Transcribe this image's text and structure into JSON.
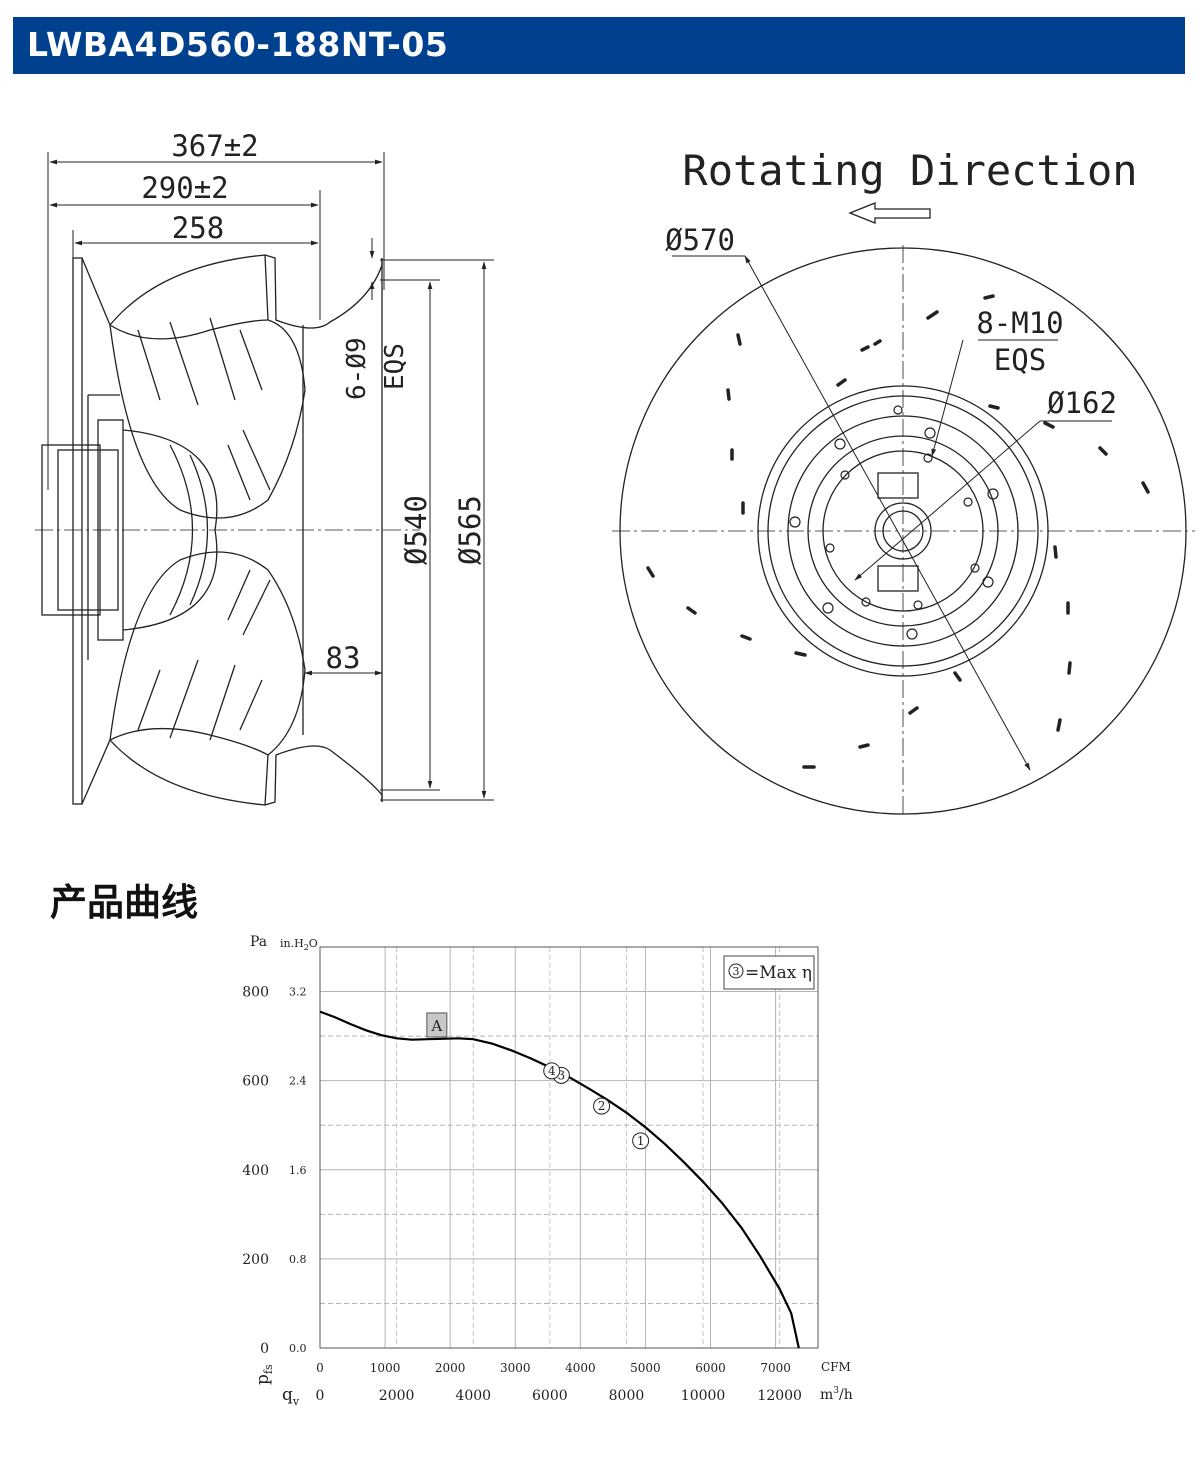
{
  "header": {
    "title": "LWBA4D560-188NT-05"
  },
  "drawing": {
    "side_view": {
      "dims": {
        "overall": "367±2",
        "flange": "290±2",
        "body": "258",
        "holes": "6-Ø9",
        "eqs": "EQS",
        "d540": "Ø540",
        "d565": "Ø565",
        "depth": "83"
      }
    },
    "front_view": {
      "rotating_direction": "Rotating Direction",
      "d570": "Ø570",
      "holes": "8-M10",
      "eqs": "EQS",
      "d162": "Ø162"
    }
  },
  "section": {
    "title": "产品曲线"
  },
  "colors": {
    "header_bg": "#00418f",
    "curve": "#000000",
    "grid": "#b4b4b4"
  },
  "chart_data": {
    "type": "line",
    "left_axis": {
      "unit": "Pa",
      "ticks": [
        0,
        200,
        400,
        600,
        800
      ],
      "ylim": [
        0,
        900
      ]
    },
    "right_axis": {
      "unit_main": "in.H",
      "unit_sub": "2",
      "unit_tail": "O",
      "ticks": [
        "0.0",
        "0.8",
        "1.6",
        "2.4",
        "3.2"
      ]
    },
    "y_symbol": {
      "main": "p",
      "sub": "fs"
    },
    "x_symbol": {
      "main": "q",
      "sub": "v"
    },
    "cfm_axis": {
      "unit": "CFM",
      "ticks": [
        0,
        1000,
        2000,
        3000,
        4000,
        5000,
        6000,
        7000
      ]
    },
    "m3h_axis": {
      "unit_main": "m",
      "unit_sup": "3",
      "unit_tail": "/h",
      "ticks": [
        0,
        2000,
        4000,
        6000,
        8000,
        10000,
        12000
      ],
      "xlim": [
        0,
        13000
      ]
    },
    "series": [
      {
        "x": [
          0,
          400,
          800,
          1200,
          1600,
          2000,
          2400,
          2800,
          3200,
          3600,
          4000,
          4500,
          5000,
          5500,
          6000,
          6500,
          7000,
          7500,
          8000,
          8500,
          9000,
          9500,
          10000,
          10500,
          11000,
          11500,
          12000,
          12300,
          12500
        ],
        "y": [
          755,
          742,
          727,
          713,
          702,
          695,
          692,
          693,
          694,
          695,
          693,
          683,
          668,
          650,
          630,
          608,
          583,
          557,
          528,
          495,
          458,
          417,
          373,
          325,
          270,
          205,
          132,
          78,
          0
        ]
      }
    ],
    "annotation_box": {
      "label": "A",
      "x": 3050,
      "y": 725
    },
    "operating_points": [
      {
        "label": "1",
        "x": 8370,
        "y": 465
      },
      {
        "label": "2",
        "x": 7350,
        "y": 543
      },
      {
        "label": "3",
        "x": 6300,
        "y": 612
      },
      {
        "label": "4",
        "x": 6050,
        "y": 622
      }
    ],
    "legend": {
      "marker": "3",
      "text": "=Max η"
    }
  }
}
